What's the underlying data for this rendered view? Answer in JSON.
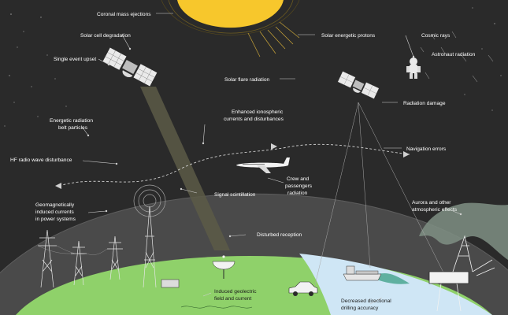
{
  "labels": {
    "coronal_mass_ejections": "Coronal mass ejections",
    "solar_cell_degradation": "Solar cell degradation",
    "solar_energetic_protons": "Solar energetic protons",
    "cosmic_rays": "Cosmic rays",
    "single_event_upset": "Single event upset",
    "astronaut_radiation": "Astronaut radiation",
    "solar_flare_radiation": "Solar flare radiation",
    "radiation_damage": "Radiation damage",
    "enhanced_ionospheric_1": "Enhanced ionospheric",
    "enhanced_ionospheric_2": "currents and disturbances",
    "energetic_radiation_1": "Energetic radiation",
    "energetic_radiation_2": "belt particles",
    "navigation_errors": "Navigation errors",
    "hf_radio": "HF radio wave disturbance",
    "crew_1": "Crew and",
    "crew_2": "passengers",
    "crew_3": "radiation",
    "geomagnetic_1": "Geomagnetically",
    "geomagnetic_2": "induced currents",
    "geomagnetic_3": "in power systems",
    "signal_scintillation": "Signal scintillation",
    "aurora_1": "Aurora and other",
    "aurora_2": "atmospheric effects",
    "disturbed_reception": "Disturbed reception",
    "geoelectric_1": "Induced geolectric",
    "geoelectric_2": "field and current",
    "drilling_1": "Decreased directional",
    "drilling_2": "drilling accuracy"
  },
  "colors": {
    "space": "#2a2a2a",
    "atmosphere": "#4a4a4a",
    "land": "#8fd16a",
    "ocean": "#cfe6f5",
    "sun": "#f7c72c",
    "aurora": "#7f8f84",
    "lines": "#cfcfcf"
  },
  "icons": [
    "sun-icon",
    "satellite-icon",
    "astronaut-icon",
    "airplane-icon",
    "power-pylon-icon",
    "radio-tower-icon",
    "dish-antenna-icon",
    "car-icon",
    "ship-icon",
    "oil-rig-icon"
  ]
}
